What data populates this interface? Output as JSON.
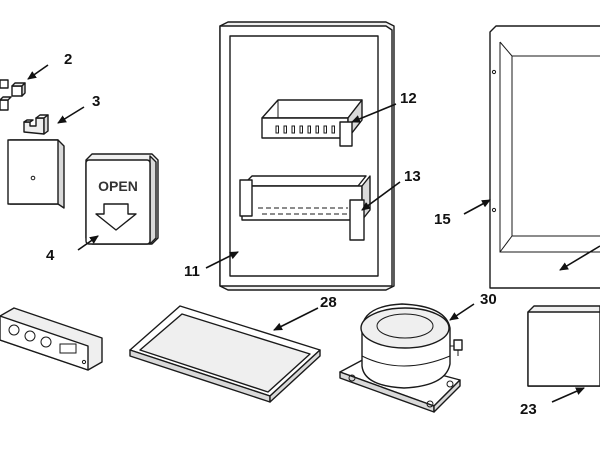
{
  "diagram": {
    "colors": {
      "line": "#1a1a1a",
      "fill": "#ffffff",
      "shade": "#d9d9d9",
      "background": "#ffffff"
    },
    "callouts": {
      "c2": "2",
      "c3": "3",
      "c4": "4",
      "c11": "11",
      "c12": "12",
      "c13": "13",
      "c15": "15",
      "c23": "23",
      "c28": "28",
      "c30": "30"
    },
    "sign_text": "OPEN"
  }
}
